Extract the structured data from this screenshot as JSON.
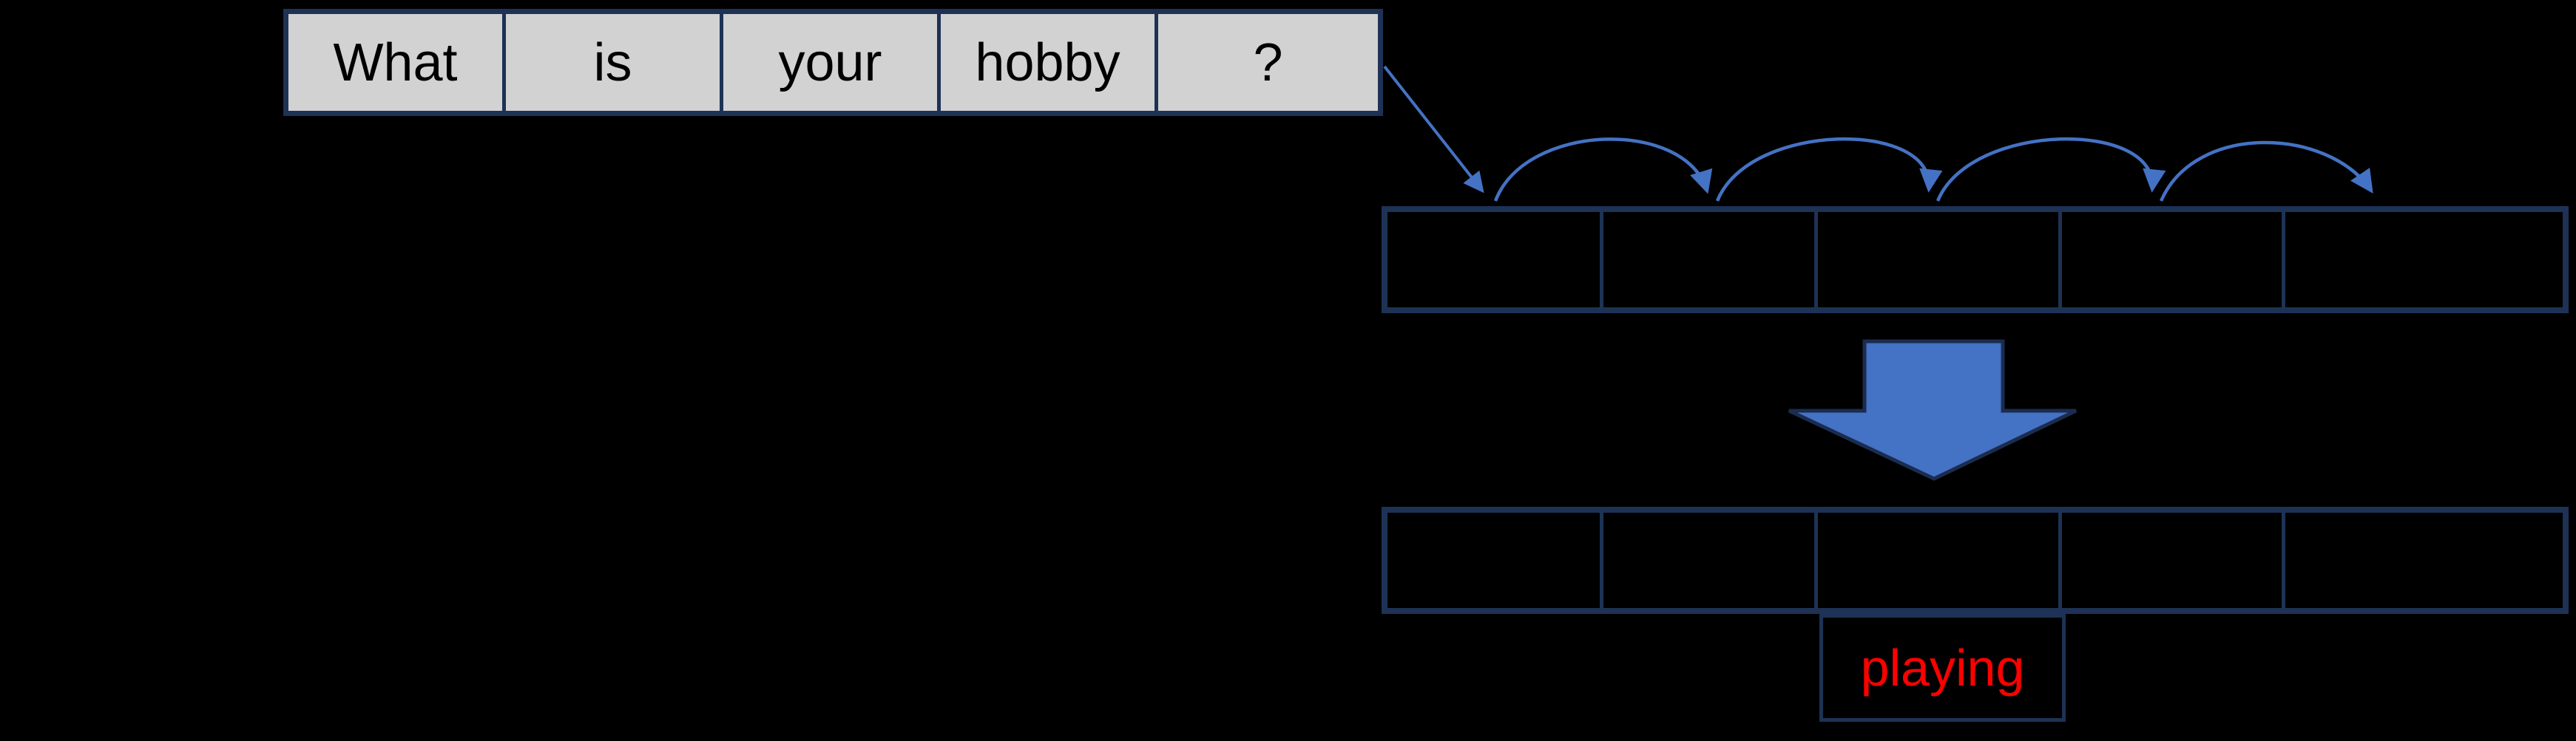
{
  "colors": {
    "background": "#000000",
    "box_border": "#1e3255",
    "token_cell_fill": "#d2d2d2",
    "token_text": "#000000",
    "arrow_blue": "#4472c4",
    "prediction_text": "#ff0000"
  },
  "input_sentence": {
    "tokens": [
      "What",
      "is",
      "your",
      "hobby",
      "?"
    ]
  },
  "hidden_state_row": {
    "cell_count": 5
  },
  "output_row": {
    "cell_count": 5
  },
  "prediction": {
    "label": "playing"
  }
}
